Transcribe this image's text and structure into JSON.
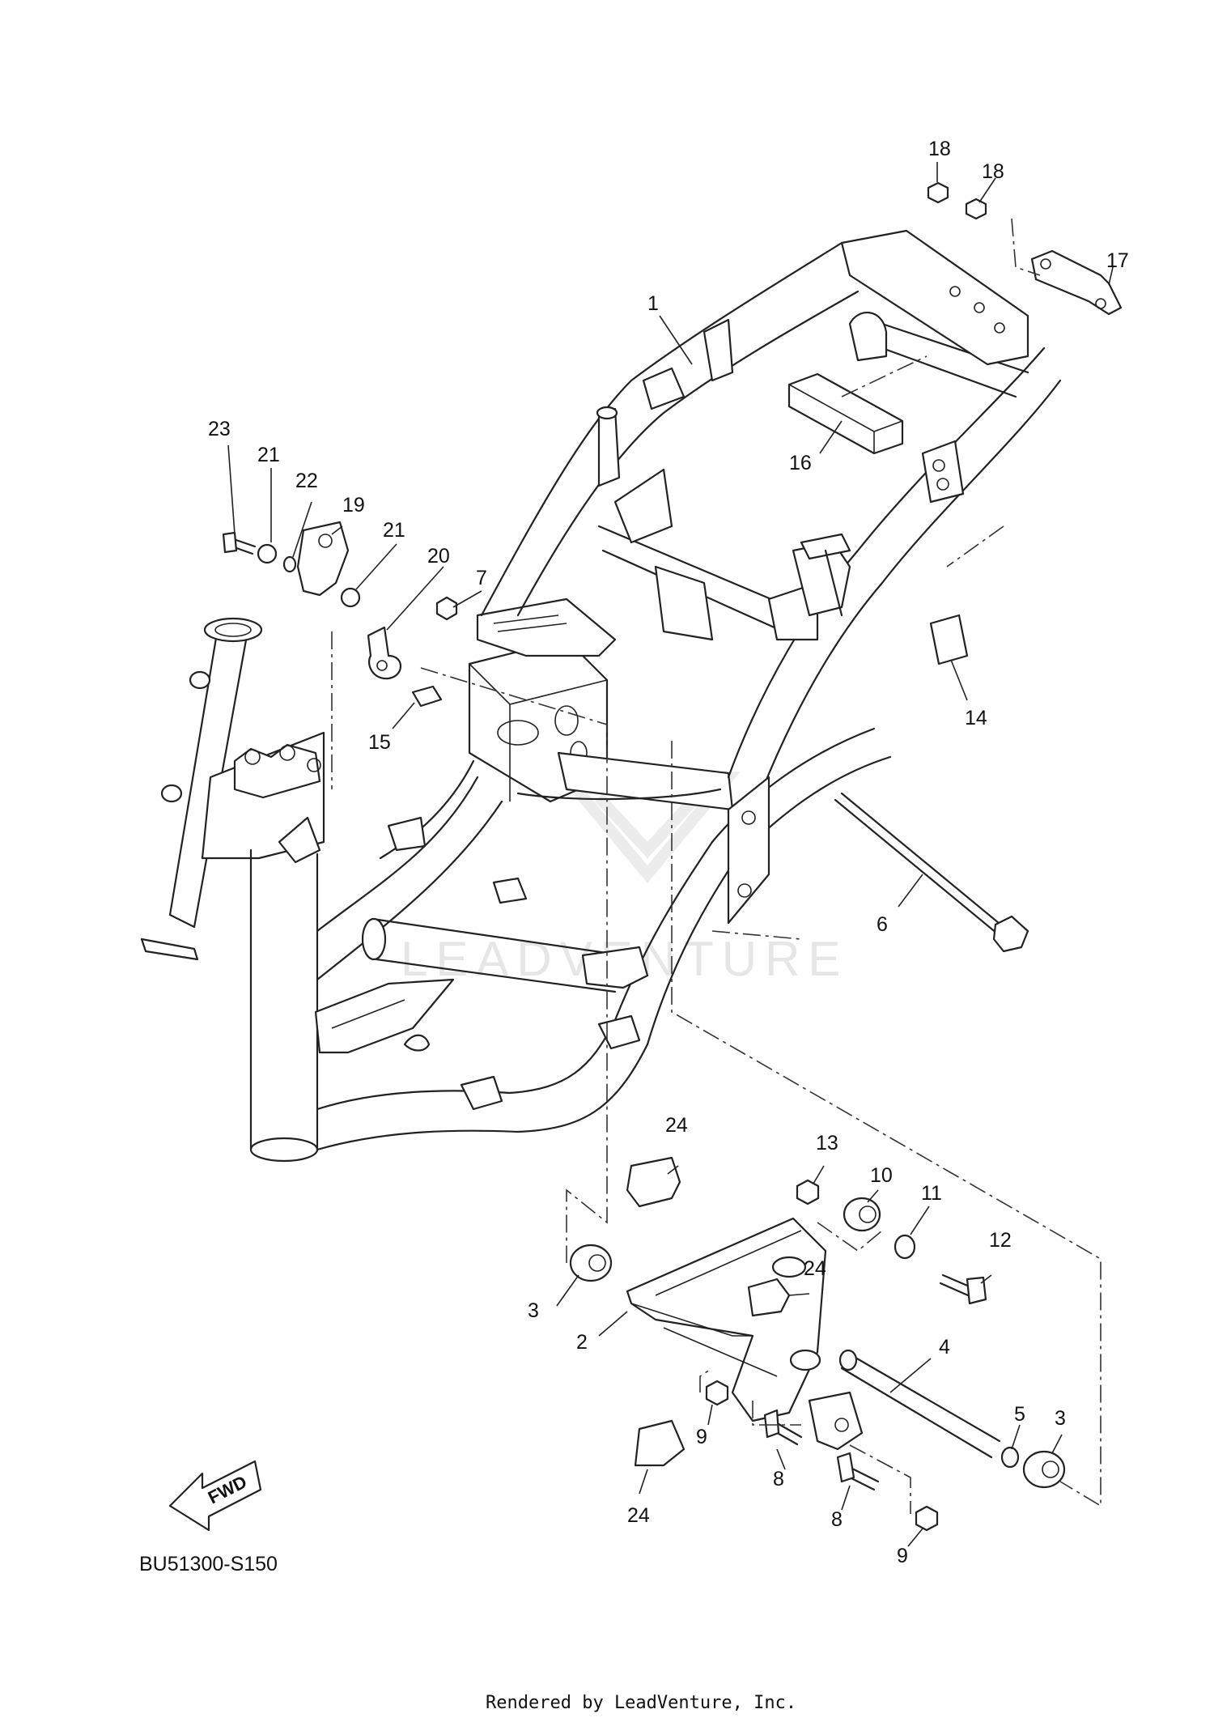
{
  "diagram": {
    "code": "BU51300-S150",
    "credit": "Rendered by LeadVenture, Inc.",
    "watermark": "LEADVENTURE",
    "fwd_label": "FWD",
    "callouts": [
      "1",
      "2",
      "3",
      "3",
      "4",
      "5",
      "6",
      "7",
      "8",
      "8",
      "9",
      "9",
      "10",
      "11",
      "12",
      "13",
      "14",
      "15",
      "16",
      "17",
      "18",
      "18",
      "19",
      "20",
      "21",
      "21",
      "22",
      "23",
      "24",
      "24",
      "24"
    ]
  }
}
